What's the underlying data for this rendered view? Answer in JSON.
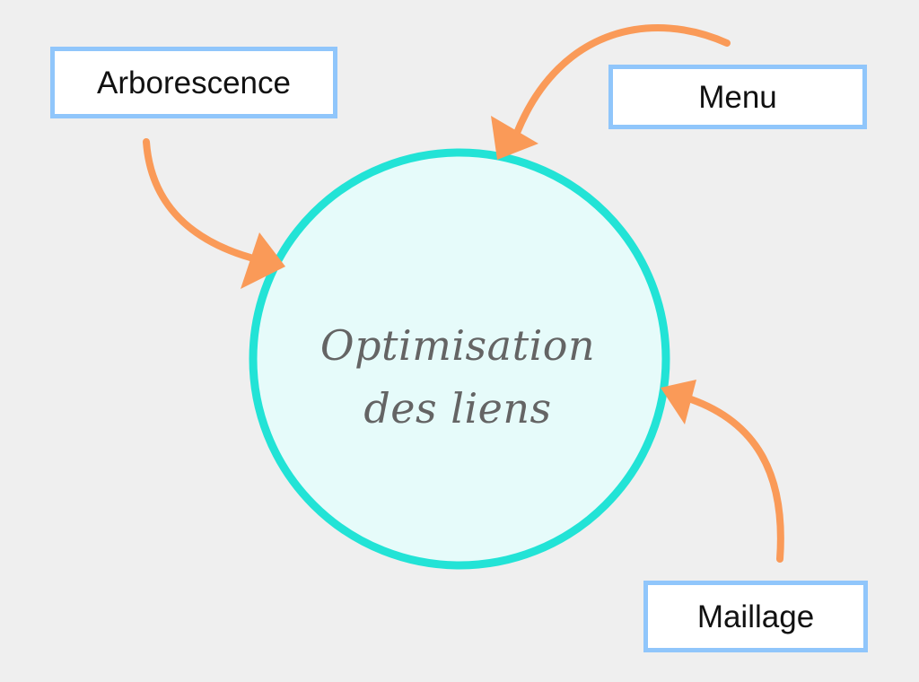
{
  "diagram": {
    "center": {
      "lines": [
        "Optimisation",
        "des liens"
      ],
      "fill_color": "#e6fbfa",
      "stroke_color": "#22e3d6"
    },
    "nodes": [
      {
        "id": "arborescence",
        "label": "Arborescence"
      },
      {
        "id": "menu",
        "label": "Menu"
      },
      {
        "id": "maillage",
        "label": "Maillage"
      }
    ],
    "colors": {
      "arrow": "#fa9a58",
      "box_border": "#90c6fb",
      "box_fill": "#ffffff",
      "background": "#efefef",
      "center_text": "#646464"
    },
    "edges": [
      {
        "from": "arborescence",
        "to": "center"
      },
      {
        "from": "menu",
        "to": "center"
      },
      {
        "from": "maillage",
        "to": "center"
      }
    ]
  }
}
